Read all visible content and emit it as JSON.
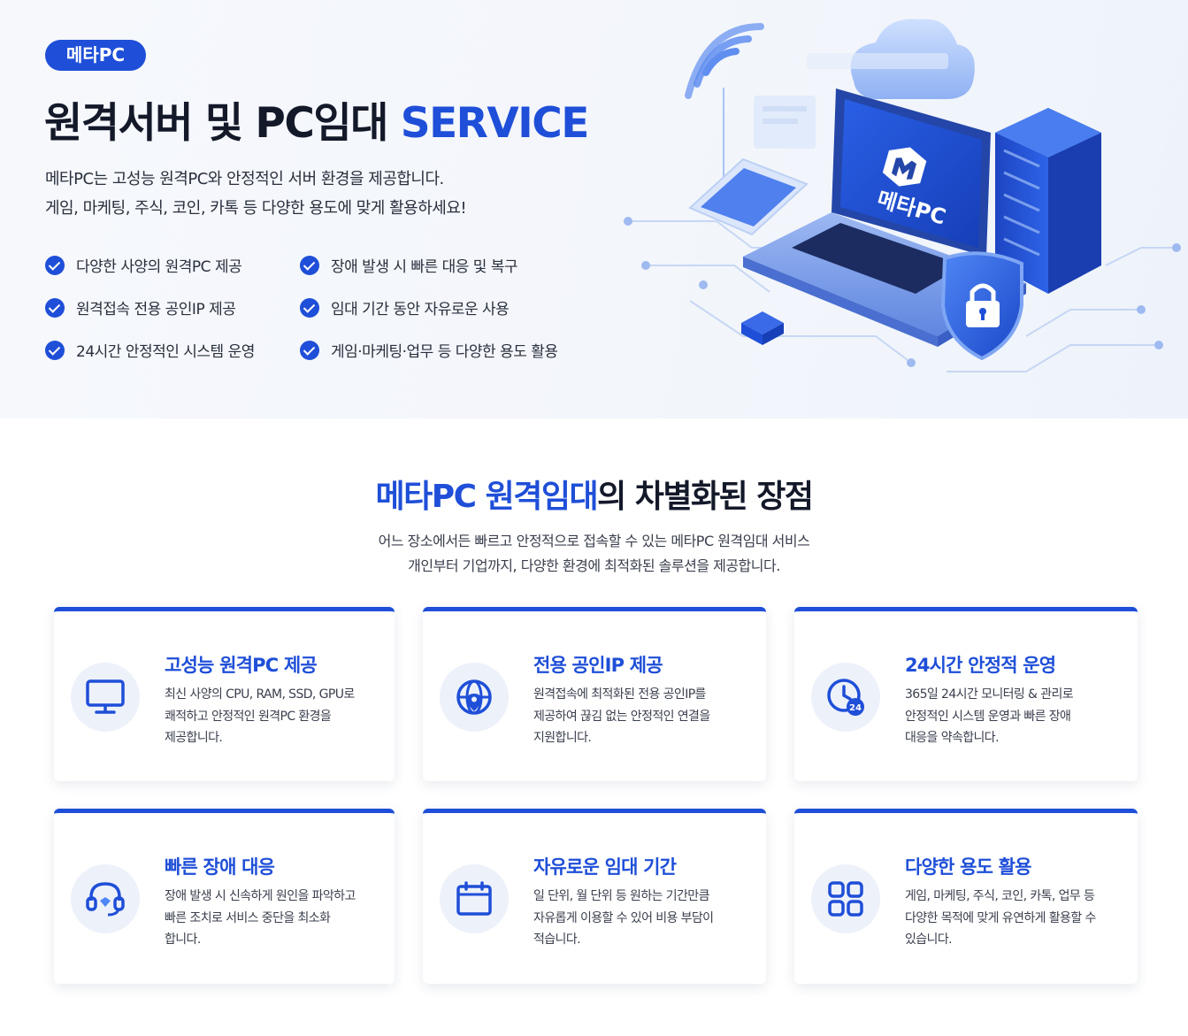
{
  "hero": {
    "badge": "메타PC",
    "title_main": "원격서버 및 PC임대 ",
    "title_accent": "SERVICE",
    "desc_line1": "메타PC는 고성능 원격PC와 안정적인 서버 환경을 제공합니다.",
    "desc_line2": "게임, 마케팅, 주식, 코인, 카톡 등 다양한 용도에 맞게 활용하세요!",
    "checks": [
      "다양한 사양의 원격PC 제공",
      "장애 발생 시 빠른 대응 및 복구",
      "원격접속 전용 공인IP 제공",
      "임대 기간 동안 자유로운 사용",
      "24시간 안정적인 시스템 운영",
      "게임·마케팅·업무 등 다양한 용도 활용"
    ],
    "laptop_logo_text": "메타PC"
  },
  "advantages": {
    "title_accent": "메타PC 원격임대",
    "title_rest": "의 차별화된 장점",
    "desc_line1": "어느 장소에서든 빠르고 안정적으로 접속할 수 있는 메타PC 원격임대 서비스",
    "desc_line2": "개인부터 기업까지, 다양한 환경에 최적화된 솔루션을 제공합니다.",
    "cards": [
      {
        "icon": "monitor-icon",
        "title": "고성능 원격PC 제공",
        "l1": "최신 사양의 CPU, RAM, SSD, GPU로",
        "l2": "쾌적하고 안정적인 원격PC 환경을",
        "l3": "제공합니다."
      },
      {
        "icon": "globe-icon",
        "title": "전용 공인IP 제공",
        "l1": "원격접속에 최적화된 전용 공인IP를",
        "l2": "제공하여 끊김 없는 안정적인 연결을",
        "l3": "지원합니다."
      },
      {
        "icon": "clock-24-icon",
        "title": "24시간 안정적 운영",
        "badge": "24",
        "l1": "365일 24시간 모니터링 & 관리로",
        "l2": "안정적인 시스템 운영과 빠른 장애",
        "l3": "대응을 약속합니다."
      },
      {
        "icon": "headset-icon",
        "title": "빠른 장애 대응",
        "l1": "장애 발생 시 신속하게 원인을 파악하고",
        "l2": "빠른 조치로 서비스 중단을 최소화",
        "l3": "합니다."
      },
      {
        "icon": "calendar-icon",
        "title": "자유로운 임대 기간",
        "l1": "일 단위, 월 단위 등 원하는 기간만큼",
        "l2": "자유롭게 이용할 수 있어 비용 부담이",
        "l3": "적습니다."
      },
      {
        "icon": "grid-icon",
        "title": "다양한 용도 활용",
        "l1": "게임, 마케팅, 주식, 코인, 카톡, 업무 등",
        "l2": "다양한 목적에 맞게 유연하게 활용할 수",
        "l3": "있습니다."
      }
    ]
  },
  "colors": {
    "accent": "#1f4fd8",
    "icon_bg": "#edf1fa",
    "hero_bg": "#f3f6fb"
  }
}
